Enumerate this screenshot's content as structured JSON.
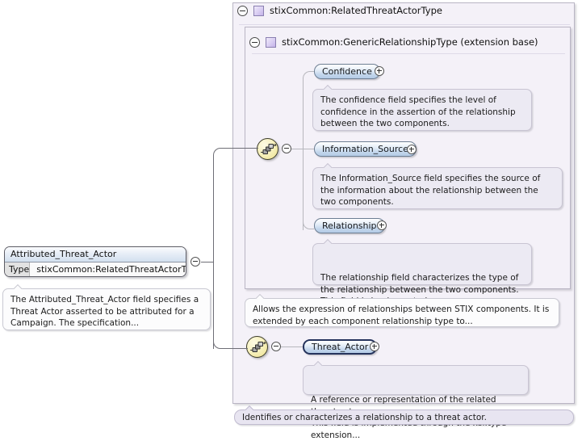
{
  "diagram": {
    "kind": "xml-schema-element-diagram",
    "selected_node": "Threat_Actor"
  },
  "left_element": {
    "name": "Attributed_Threat_Actor",
    "type_key": "Type",
    "type_value": "stixCommon:RelatedThreatActorType",
    "annotation": "The Attributed_Threat_Actor field specifies a Threat Actor asserted to be attributed for a Campaign. The specification..."
  },
  "outer_type": {
    "label": "stixCommon:RelatedThreatActorType",
    "icon": "complextype-icon",
    "expander": "minus"
  },
  "inner_type": {
    "label": "stixCommon:GenericRelationshipType (extension base)",
    "icon": "complextype-icon",
    "expander": "minus",
    "annotation": "Allows the expression of relationships between STIX components. It is extended by each component relationship type to..."
  },
  "children": [
    {
      "name": "Confidence",
      "expander": "plus",
      "annotation": "The confidence field specifies the level of confidence in the assertion of the relationship between the two components."
    },
    {
      "name": "Information_Source",
      "expander": "plus",
      "annotation": "The Information_Source field specifies the source of the information about the relationship between the two components."
    },
    {
      "name": "Relationship",
      "expander": "plus",
      "annotation": "The relationship field characterizes the type of the relationship between the two components.\nThis field is implemented..."
    }
  ],
  "threat_actor": {
    "name": "Threat_Actor",
    "expander": "plus",
    "annotation": "A reference or representation of the related threat actor.\nThis field is implemented through the xsi:type extension..."
  },
  "bottom_annotation": {
    "text": "Identifies or characterizes a relationship to a threat actor."
  },
  "colors": {
    "container_bg": "#f4f1f8",
    "node_border": "#6d7e93",
    "selected_border": "#25335c",
    "sequence_yellow": "#f0e79a",
    "annotation_bg": "#eceaf3",
    "purple_glyph": "#c3b2e8"
  }
}
